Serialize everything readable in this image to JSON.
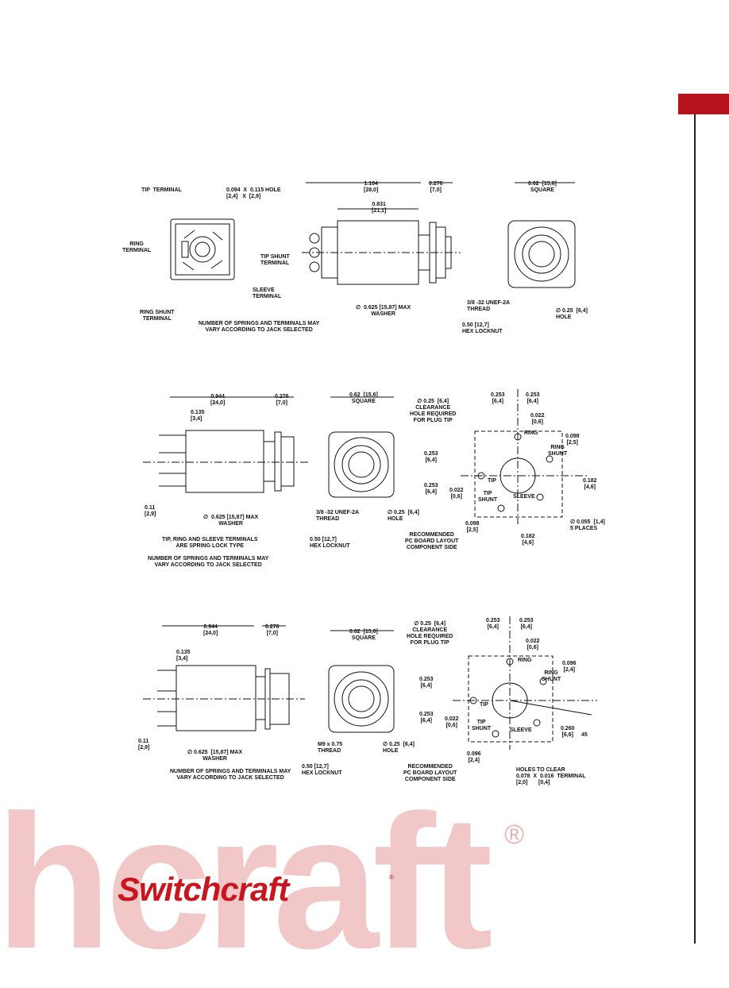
{
  "brand": {
    "watermark": "hcraft",
    "logo": "Switchcraft",
    "registered": "®"
  },
  "colors": {
    "accent": "#b5121b",
    "watermark": "#f2c7c8"
  },
  "drawing1": {
    "tip_terminal": "TIP  TERMINAL",
    "hole": "0.094  X  0.115 HOLE\n[2,4]   X  [2,9]",
    "ring_terminal": "RING\nTERMINAL",
    "tip_shunt_terminal": "TIP SHUNT\nTERMINAL",
    "sleeve_terminal": "SLEEVE\nTERMINAL",
    "ring_shunt_terminal": "RING SHUNT\nTERMINAL",
    "note": "NUMBER OF SPRINGS AND TERMINALS MAY\nVARY ACCORDING TO JACK SELECTED",
    "dim_length": "1.104\n[28,0]",
    "dim_body": "0.831\n[21,1]",
    "dim_276": "0.276\n[7,0]",
    "washer": "∅  0.625 [15,87] MAX\nWASHER",
    "thread": "3/8 -32 UNEF-2A\nTHREAD",
    "locknut": "0.50 [12,7]\nHEX LOCKNUT",
    "square": "0.62  [15,6]\nSQUARE",
    "hole_dia": "∅ 0.25  [6,4]\nHOLE"
  },
  "drawing2": {
    "dim_944": "0.944\n[24,0]",
    "dim_276": "0.276\n[7,0]",
    "dim_135": "0.135\n[3,4]",
    "dim_11": "0.11\n[2,9]",
    "washer": "∅  0.625 [15,87] MAX\nWASHER",
    "thread": "3/8 -32 UNEF-2A\nTHREAD",
    "locknut": "0.50 [12,7]\nHEX LOCKNUT",
    "spring_note": "TIP, RING AND SLEEVE TERMINALS\nARE SPRING LOCK TYPE",
    "note": "NUMBER OF SPRINGS AND TERMINALS MAY\nVARY ACCORDING TO JACK SELECTED",
    "square": "0.62  [15,6]\nSQUARE",
    "hole_dia": "∅ 0.25  [6,4]\nHOLE",
    "clearance": "∅ 0.25  [6,4]\nCLEARANCE\nHOLE REQUIRED\nFOR PLUG TIP",
    "dim_253a": "0.253\n[6,4]",
    "dim_253b": "0.253\n[6,4]",
    "dim_022": "0.022\n[0,6]",
    "ring": "RING",
    "ring_shunt": "RING\nSHUNT",
    "dim_098": "0.098\n[2,5]",
    "dim_253c": "0.253\n[6,4]",
    "dim_253d": "0.253\n[6,4]",
    "tip": "TIP",
    "dim_022b": "0.022\n[0,6]",
    "tip_shunt": "TIP\nSHUNT",
    "sleeve": "SLEEVE",
    "dim_182": "0.182\n[4,6]",
    "dim_055": "∅ 0.055  [1,4]\n5 PLACES",
    "dim_098b": "0.098\n[2,5]",
    "dim_182b": "0.182\n[4,6]",
    "pcb": "RECOMMENDED\nPC BOARD LAYOUT\nCOMPONENT SIDE"
  },
  "drawing3": {
    "dim_944": "0.944\n[24,0]",
    "dim_276": "0.276\n[7,0]",
    "dim_135": "0.135\n[3,4]",
    "dim_11": "0.11\n[2,9]",
    "washer": "∅ 0.625  [15,87] MAX\nWASHER",
    "thread": "M9 x 0.75\nTHREAD",
    "locknut": "0.50 [12,7]\nHEX LOCKNUT",
    "note": "NUMBER OF SPRINGS AND TERMINALS MAY\nVARY ACCORDING TO JACK SELECTED",
    "square": "0.62  [15,6]\nSQUARE",
    "hole_dia": "∅ 0.25  [6,4]\nHOLE",
    "clearance": "∅ 0.25  [6,4]\nCLEARANCE\nHOLE REQUIRED\nFOR PLUG TIP",
    "dim_253a": "0.253\n[6,4]",
    "dim_253b": "0.253\n[6,4]",
    "dim_022": "0.022\n[0,6]",
    "ring": "RING",
    "ring_shunt": "RING\nSHUNT",
    "dim_096": "0.096\n[2,4]",
    "dim_253c": "0.253\n[6,4]",
    "dim_253d": "0.253\n[6,4]",
    "tip": "TIP",
    "dim_022b": "0.022\n[0,6]",
    "tip_shunt": "TIP\nSHUNT",
    "sleeve": "SLEEVE",
    "dim_260": "0.260\n[6,6]",
    "angle": "45",
    "dim_096b": "0.096\n[2,4]",
    "holes_clear": "HOLES TO CLEAR\n0.078  X  0.016  TERMINAL\n[2,0]       [0,4]",
    "pcb": "RECOMMENDED\nPC BOARD LAYOUT\nCOMPONENT SIDE"
  }
}
